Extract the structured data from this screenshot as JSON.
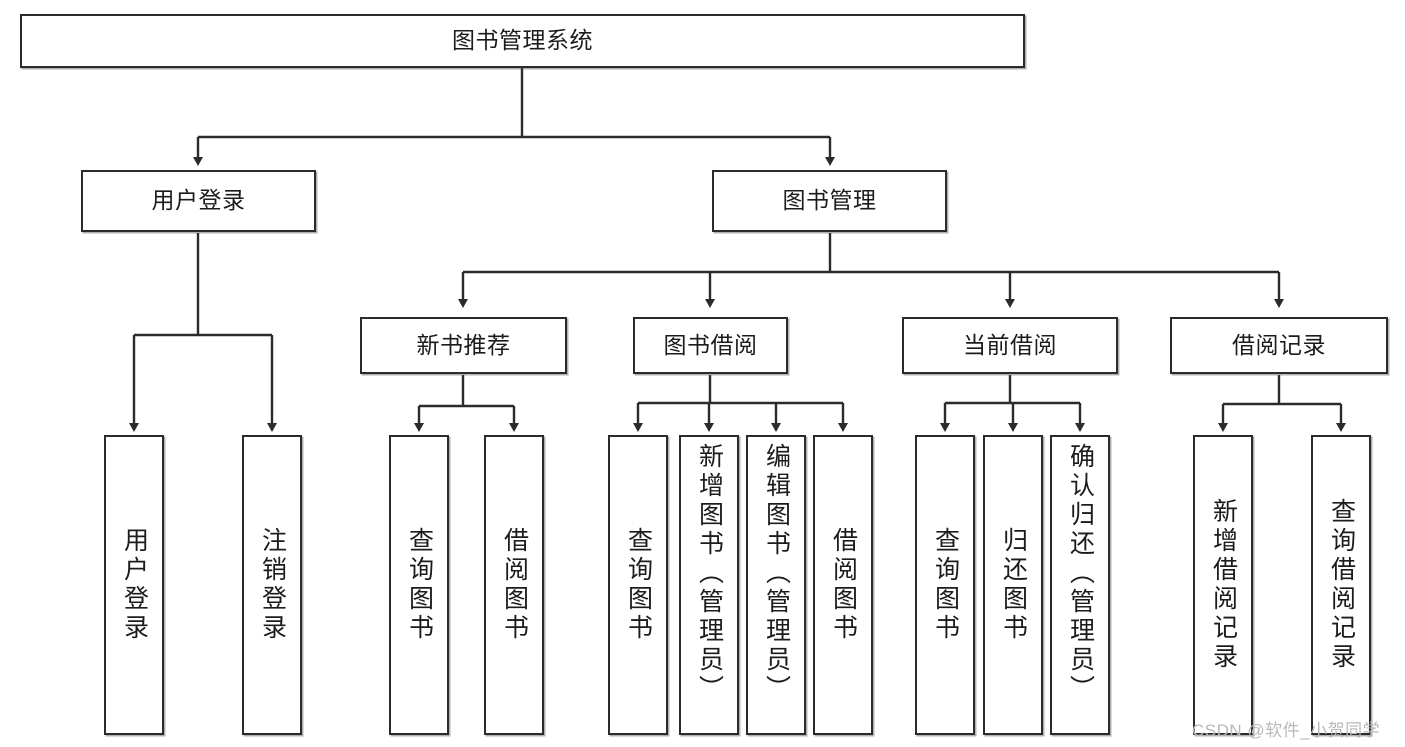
{
  "diagram": {
    "title": "图书管理系统",
    "type": "tree-hierarchy-diagram",
    "colors": {
      "box_border": "#2b2b2b",
      "box_fill": "#ffffff",
      "text": "#1c1c1c",
      "connector": "#2b2b2b",
      "watermark": "#b9b9b9"
    },
    "root": {
      "label": "图书管理系统"
    },
    "level2": [
      {
        "label": "用户登录"
      },
      {
        "label": "图书管理"
      }
    ],
    "level3": [
      {
        "label": "新书推荐"
      },
      {
        "label": "图书借阅"
      },
      {
        "label": "当前借阅"
      },
      {
        "label": "借阅记录"
      }
    ],
    "leaves": {
      "user_login": [
        {
          "label": "用户登录"
        },
        {
          "label": "注销登录"
        }
      ],
      "new_book_recommend": [
        {
          "label": "查询图书"
        },
        {
          "label": "借阅图书"
        }
      ],
      "book_borrow": [
        {
          "label": "查询图书"
        },
        {
          "label": "新增图书（管理员）"
        },
        {
          "label": "编辑图书（管理员）"
        },
        {
          "label": "借阅图书"
        }
      ],
      "current_borrow": [
        {
          "label": "查询图书"
        },
        {
          "label": "归还图书"
        },
        {
          "label": "确认归还（管理员）"
        }
      ],
      "borrow_record": [
        {
          "label": "新增借阅记录"
        },
        {
          "label": "查询借阅记录"
        }
      ]
    }
  },
  "watermark": {
    "text": "CSDN @软件_小贺同学"
  }
}
